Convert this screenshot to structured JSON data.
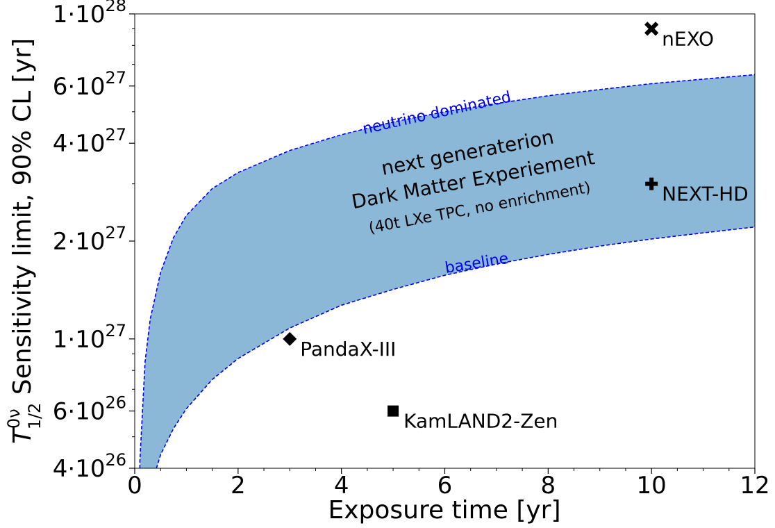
{
  "chart_data": {
    "type": "area",
    "title": "",
    "xlabel": "Exposure time [yr]",
    "ylabel": {
      "symbol": "T",
      "superscript": "0ν",
      "subscript": "1/2",
      "text": " Sensitivity limit, 90% CL [yr]"
    },
    "xlim": [
      0,
      12
    ],
    "ylim": [
      4e+26,
      1e+28
    ],
    "yscale": "log",
    "grid": false,
    "xticks": [
      {
        "value": 0,
        "label": "0"
      },
      {
        "value": 2,
        "label": "2"
      },
      {
        "value": 4,
        "label": "4"
      },
      {
        "value": 6,
        "label": "6"
      },
      {
        "value": 8,
        "label": "8"
      },
      {
        "value": 10,
        "label": "10"
      },
      {
        "value": 12,
        "label": "12"
      }
    ],
    "yticks": [
      {
        "value": 4e+26,
        "mant": "4",
        "exp": "26"
      },
      {
        "value": 6e+26,
        "mant": "6",
        "exp": "26"
      },
      {
        "value": 1e+27,
        "mant": "1",
        "exp": "27"
      },
      {
        "value": 2e+27,
        "mant": "2",
        "exp": "27"
      },
      {
        "value": 4e+27,
        "mant": "4",
        "exp": "27"
      },
      {
        "value": 6e+27,
        "mant": "6",
        "exp": "27"
      },
      {
        "value": 1e+28,
        "mant": "1",
        "exp": "28"
      }
    ],
    "band": {
      "fill": "#8cb8d8",
      "line_color": "#0000ee",
      "upper": {
        "label": "neutrino dominated",
        "x": [
          0.1,
          0.2,
          0.3,
          0.5,
          0.75,
          1,
          1.5,
          2,
          3,
          4,
          5,
          6,
          7,
          8,
          9,
          10,
          11,
          12
        ],
        "y": [
          4.2e+26,
          8.5e+26,
          1.15e+27,
          1.6e+27,
          2.05e+27,
          2.4e+27,
          2.9e+27,
          3.25e+27,
          3.8e+27,
          4.25e+27,
          4.65e+27,
          5e+27,
          5.3e+27,
          5.6e+27,
          5.85e+27,
          6.1e+27,
          6.3e+27,
          6.5e+27
        ]
      },
      "lower": {
        "label": "baseline",
        "x": [
          0.42,
          0.5,
          0.75,
          1,
          1.5,
          2,
          3,
          4,
          5,
          6,
          7,
          8,
          9,
          10,
          11,
          12
        ],
        "y": [
          4e+26,
          4.4e+26,
          5.3e+26,
          6.1e+26,
          7.5e+26,
          8.7e+26,
          1.08e+27,
          1.27e+27,
          1.42e+27,
          1.57e+27,
          1.7e+27,
          1.82e+27,
          1.93e+27,
          2.03e+27,
          2.12e+27,
          2.21e+27
        ]
      },
      "annotation": [
        "next generaterion",
        "Dark Matter Experiement",
        "(40t LXe TPC, no enrichment)"
      ]
    },
    "points": [
      {
        "name": "nEXO",
        "x": 10,
        "y": 9e+27,
        "marker": "x"
      },
      {
        "name": "NEXT-HD",
        "x": 10,
        "y": 3e+27,
        "marker": "plus"
      },
      {
        "name": "PandaX-III",
        "x": 3,
        "y": 1e+27,
        "marker": "diamond"
      },
      {
        "name": "KamLAND2-Zen",
        "x": 5,
        "y": 6e+26,
        "marker": "square"
      }
    ]
  }
}
